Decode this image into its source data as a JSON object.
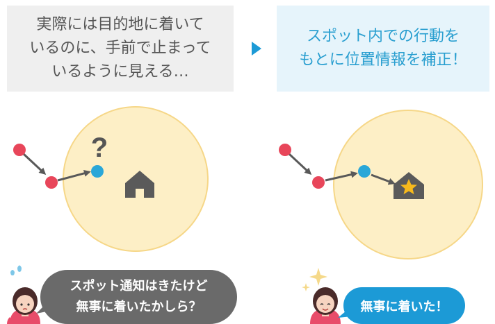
{
  "left_panel": {
    "caption_lines": [
      "実際には目的地に着いて",
      "いるのに、手前で止まって",
      "いるように見える…"
    ],
    "question_mark": "?",
    "speech_lines": [
      "スポット通知はきたけど",
      "無事に着いたかしら？"
    ]
  },
  "right_panel": {
    "caption_lines": [
      "スポット内での行動を",
      "もとに位置情報を補正！"
    ],
    "speech_lines": [
      "無事に着いた！"
    ]
  },
  "colors": {
    "spot_fill": "#fdefc6",
    "spot_stroke": "#f6d788",
    "point_red": "#e8465a",
    "point_blue": "#2aa7d8",
    "arrow": "#595959",
    "house": "#5a5a5a",
    "star": "#f6b91c",
    "bubble_gray": "#6a6a6a",
    "bubble_blue": "#1c9ad6",
    "flow_arrow": "#1c9ad6"
  }
}
